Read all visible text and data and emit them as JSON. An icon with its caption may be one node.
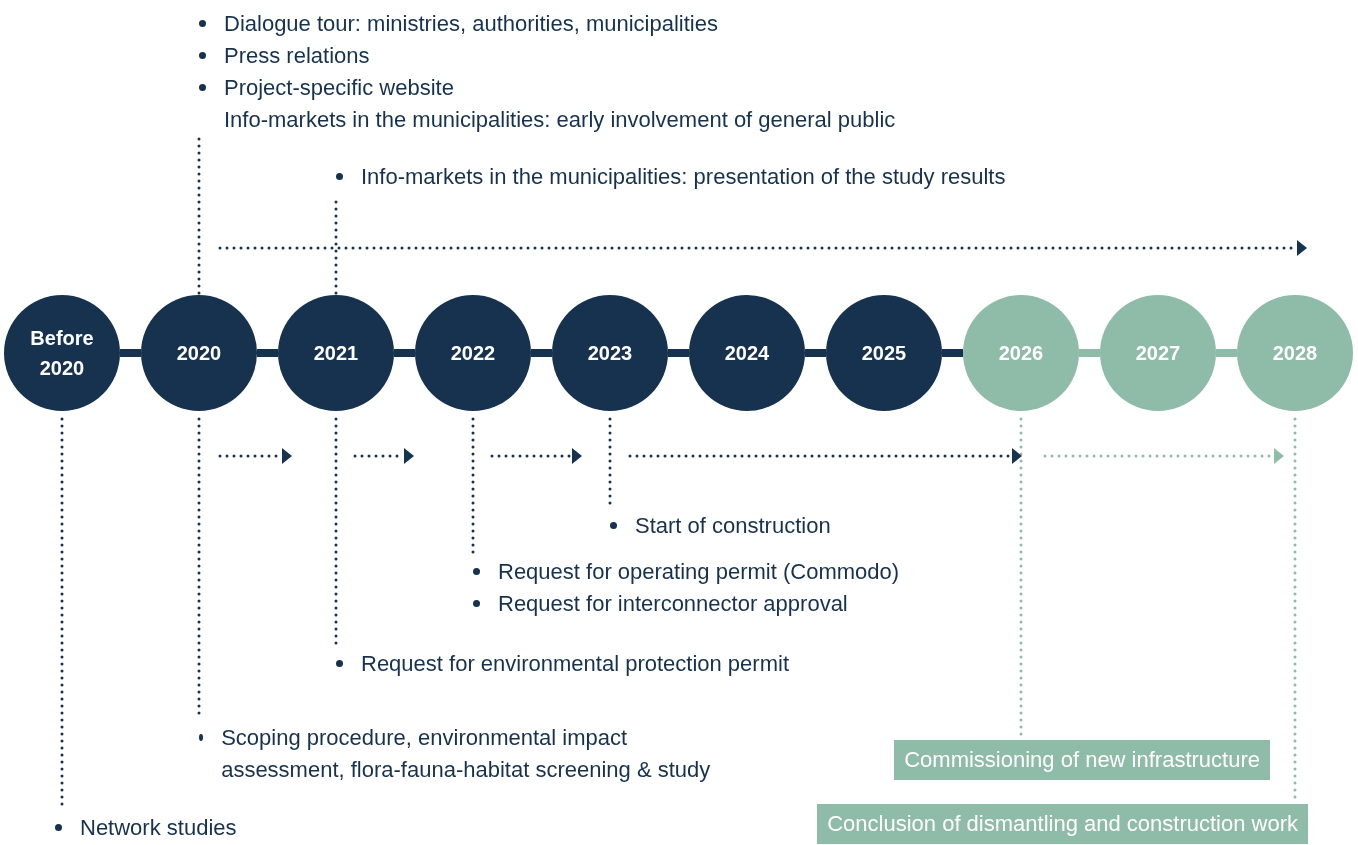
{
  "diagram": {
    "nodes": [
      {
        "text": [
          "Before 2020"
        ]
      },
      {
        "text": [
          "2020"
        ]
      },
      {
        "text": [
          "2021"
        ]
      },
      {
        "text": [
          "2022"
        ]
      },
      {
        "text": [
          "2023"
        ]
      },
      {
        "text": [
          "2024"
        ]
      },
      {
        "text": [
          "2025"
        ]
      },
      {
        "text": [
          "2026"
        ]
      },
      {
        "text": [
          "2027"
        ]
      },
      {
        "text": [
          "2028"
        ]
      },
      {
        "text": [
          "Dialogue tour: ministries, authorities, municipalities",
          "Press relations",
          "Project-specific website",
          "Info-markets in the municipalities: early involvement of general public"
        ]
      },
      {
        "text": [
          "Info-markets in the municipalities: presentation of the study results"
        ]
      },
      {
        "text": [
          "Start of construction"
        ]
      },
      {
        "text": [
          "Request for operating permit (Commodo)",
          "Request for interconnector approval"
        ]
      },
      {
        "text": [
          "Request for environmental protection permit"
        ]
      },
      {
        "text": [
          "Scoping procedure, environmental impact assessment, flora-fauna-habitat screening & study"
        ]
      },
      {
        "text": [
          "Commissioning of new infrastructure"
        ]
      },
      {
        "text": [
          "Conclusion of dismantling and construction work"
        ]
      },
      {
        "text": [
          "Network studies"
        ]
      }
    ],
    "edges": [
      {
        "from": 0,
        "to": 1,
        "arrow": "none",
        "style": "thick"
      },
      {
        "from": 1,
        "to": 2,
        "arrow": "none",
        "style": "thick"
      },
      {
        "from": 2,
        "to": 3,
        "arrow": "none",
        "style": "thick"
      },
      {
        "from": 3,
        "to": 4,
        "arrow": "none",
        "style": "thick"
      },
      {
        "from": 4,
        "to": 5,
        "arrow": "none",
        "style": "thick"
      },
      {
        "from": 5,
        "to": 6,
        "arrow": "none",
        "style": "thick"
      },
      {
        "from": 6,
        "to": 7,
        "arrow": "none",
        "style": "thick"
      },
      {
        "from": 7,
        "to": 8,
        "arrow": "none",
        "style": "thick",
        "color": "#8fbca8"
      },
      {
        "from": 8,
        "to": 9,
        "arrow": "none",
        "style": "thick",
        "color": "#8fbca8"
      },
      {
        "from": 1,
        "to": 10,
        "arrow": "none",
        "style": "dashed"
      },
      {
        "from": 2,
        "to": 11,
        "arrow": "none",
        "style": "dashed"
      },
      {
        "from": 4,
        "to": 12,
        "arrow": "none",
        "style": "dashed"
      },
      {
        "from": 3,
        "to": 13,
        "arrow": "none",
        "style": "dashed"
      },
      {
        "from": 2,
        "to": 14,
        "arrow": "none",
        "style": "dashed"
      },
      {
        "from": 1,
        "to": 15,
        "arrow": "none",
        "style": "dashed"
      },
      {
        "from": 7,
        "to": 16,
        "arrow": "none",
        "style": "dashed",
        "color": "#8fbca8"
      },
      {
        "from": 9,
        "to": 17,
        "arrow": "none",
        "style": "dashed",
        "color": "#8fbca8"
      },
      {
        "from": 0,
        "to": 18,
        "arrow": "none",
        "style": "dashed"
      }
    ]
  }
}
